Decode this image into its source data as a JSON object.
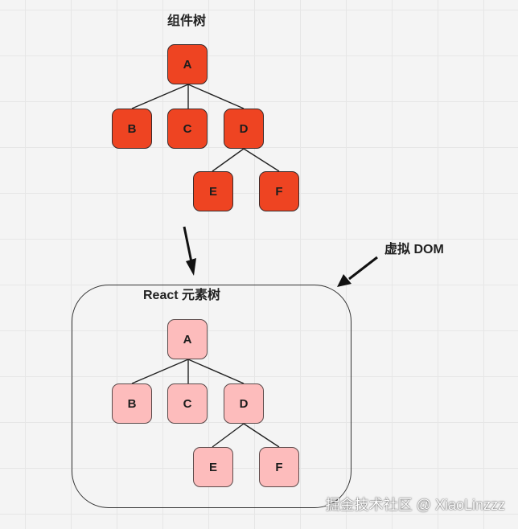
{
  "labels": {
    "component_tree": "组件树",
    "element_tree": "React 元素树",
    "virtual_dom": "虚拟 DOM"
  },
  "component_tree": {
    "nodes": [
      "A",
      "B",
      "C",
      "D",
      "E",
      "F"
    ]
  },
  "element_tree": {
    "nodes": [
      "A",
      "B",
      "C",
      "D",
      "E",
      "F"
    ]
  },
  "watermark": "掘金技术社区 @ XiaoLinzzz",
  "colors": {
    "real_node": "#ee4422",
    "virtual_node": "#fdbcbc",
    "edge": "#222222"
  }
}
